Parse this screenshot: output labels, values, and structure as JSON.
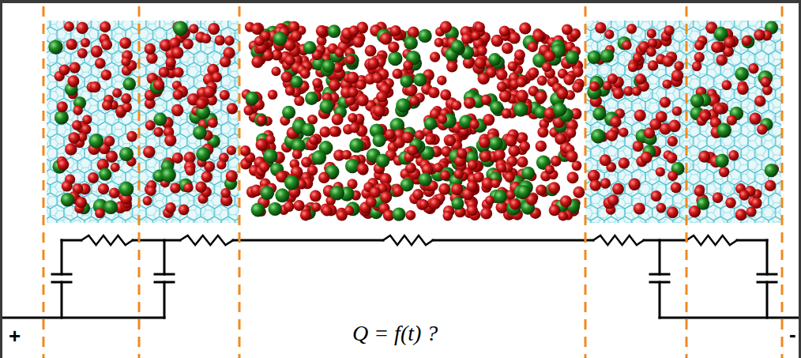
{
  "diagram": {
    "labels": [
      "Q = f(t) ?",
      "+",
      "-"
    ]
  }
}
